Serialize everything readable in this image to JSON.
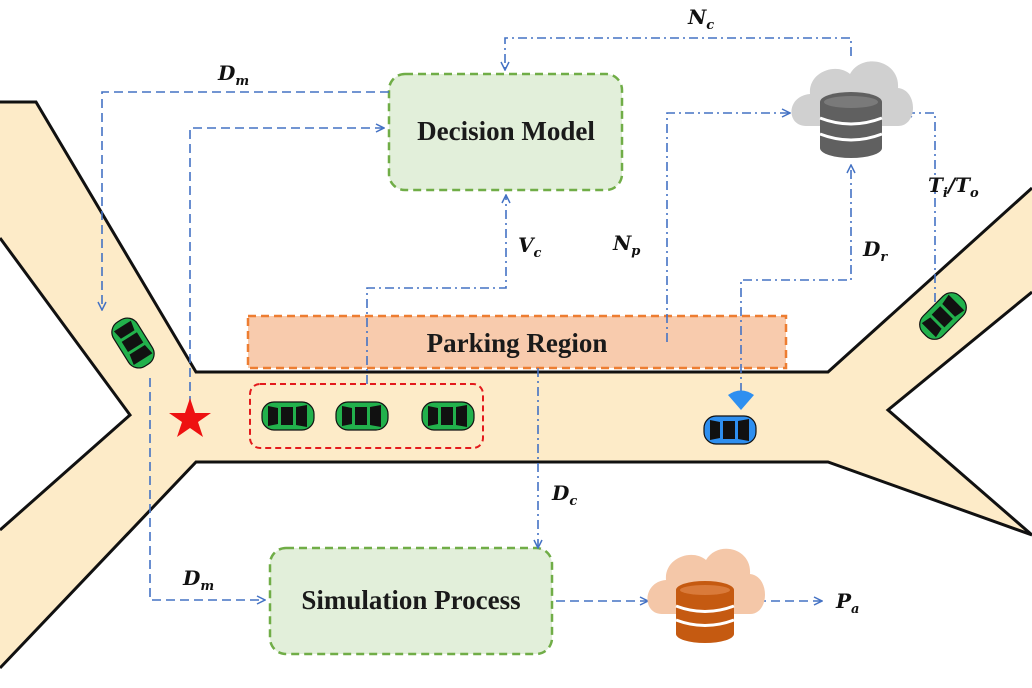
{
  "boxes": {
    "decision_model": "Decision Model",
    "parking_region": "Parking Region",
    "simulation_process": "Simulation Process"
  },
  "symbols": {
    "nc": {
      "main": "N",
      "sub": "c"
    },
    "dm_top": {
      "main": "D",
      "sub": "m"
    },
    "vc": {
      "main": "V",
      "sub": "c"
    },
    "np": {
      "main": "N",
      "sub": "p"
    },
    "dr": {
      "main": "D",
      "sub": "r"
    },
    "ti": {
      "main": "T",
      "sub": "i"
    },
    "slash": "/",
    "to": {
      "main": "T",
      "sub": "o"
    },
    "dc": {
      "main": "D",
      "sub": "c"
    },
    "dm_bottom": {
      "main": "D",
      "sub": "m"
    },
    "pa": {
      "main": "P",
      "sub": "a"
    }
  },
  "colors": {
    "road": "#fdebc8",
    "road_edge": "#111111",
    "decision_fill": "#e2efda",
    "decision_border": "#70ad47",
    "parking_fill": "#f8cbad",
    "parking_border": "#ed7d31",
    "arrow": "#4472c4",
    "cluster_border": "#e31a1c",
    "car_green": "#22b14c",
    "car_blue": "#2e8ff0",
    "cloud_gray": "#d0d0d0",
    "db_gray": "#606060",
    "cloud_orange": "#f4c7a8",
    "db_orange": "#c55a11",
    "star": "#ee1111"
  },
  "icons": [
    "cloud-database-icon",
    "cloud-database-orange-icon",
    "car-icon",
    "star-icon",
    "wireless-signal-icon"
  ]
}
